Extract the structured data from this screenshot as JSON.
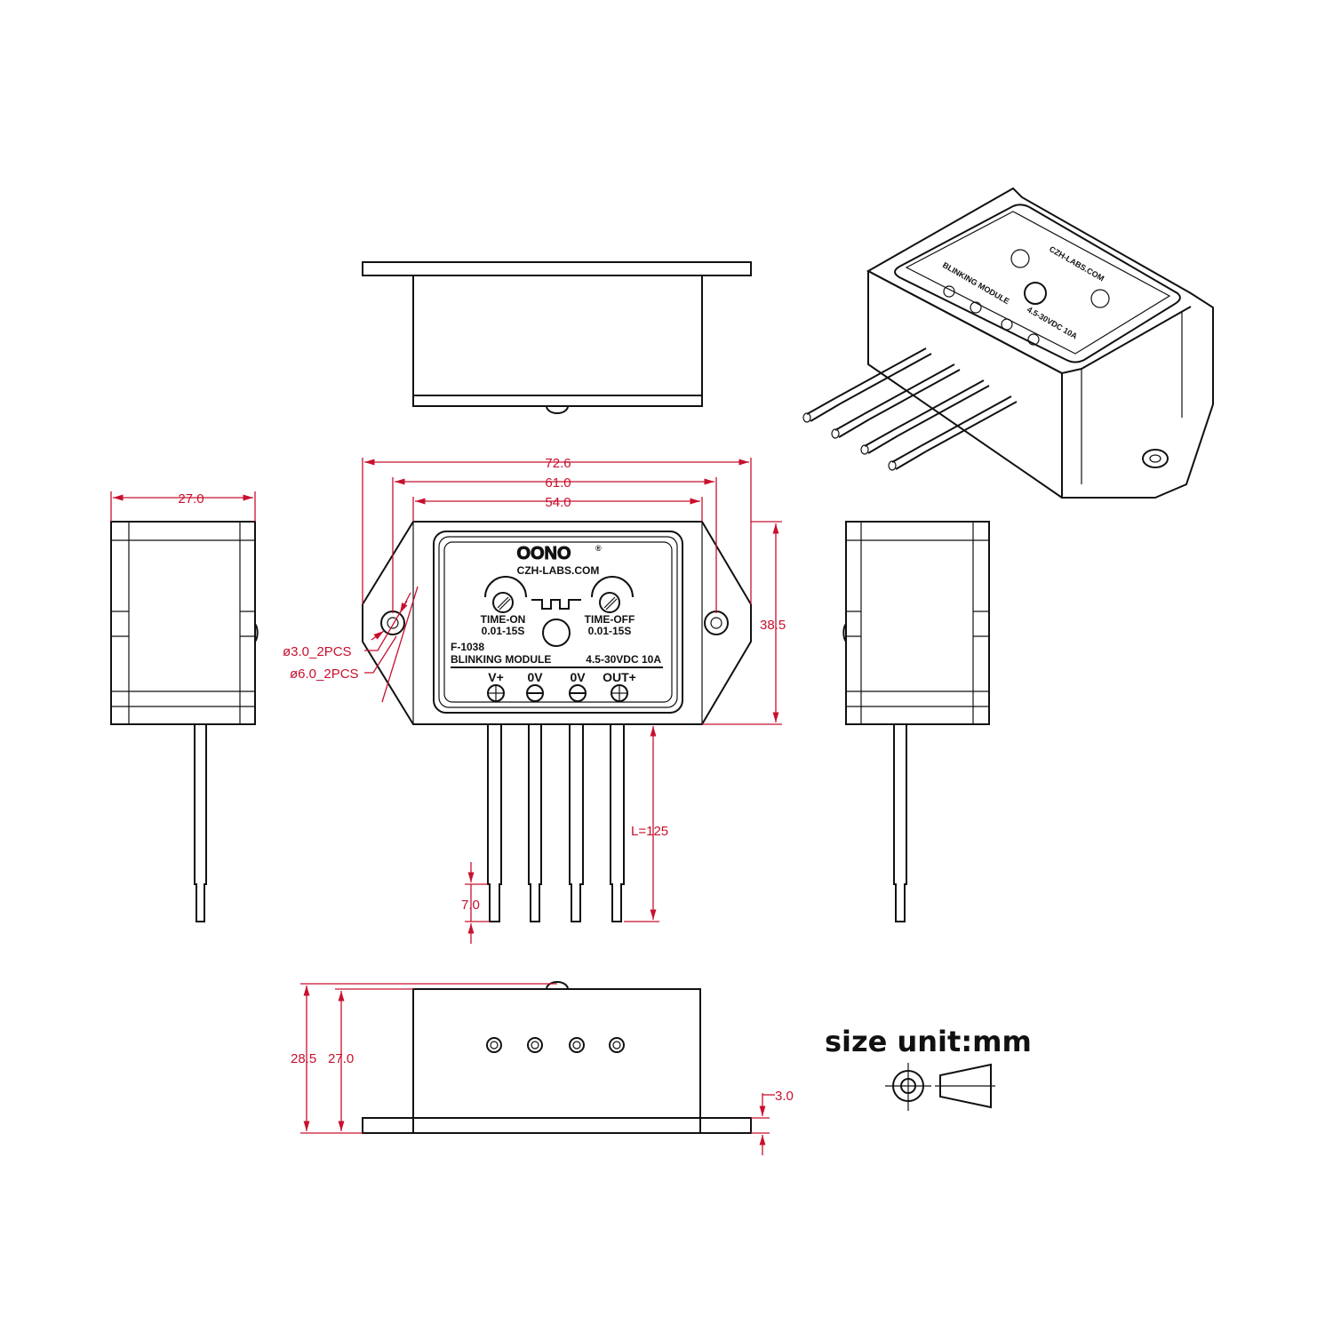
{
  "drawing": {
    "unit_note": "size unit:mm",
    "colors": {
      "outline": "#111111",
      "dimension": "#c8102e"
    },
    "panel": {
      "brand": "OONO",
      "registered_mark": "®",
      "website": "CZH-LABS.COM",
      "knob_left_label": "TIME-ON",
      "knob_left_range": "0.01-15S",
      "knob_right_label": "TIME-OFF",
      "knob_right_range": "0.01-15S",
      "model": "F-1038",
      "product": "BLINKING MODULE",
      "rating": "4.5-30VDC 10A",
      "terminals": [
        "V+",
        "0V",
        "0V",
        "OUT+"
      ]
    },
    "dimensions": {
      "overall_width": "72.6",
      "hole_spacing": "61.0",
      "body_width": "54.0",
      "height": "38.5",
      "side_depth": "27.0",
      "wire_length": "L=125",
      "strip_length": "7.0",
      "hole_small": "ø3.0_2PCS",
      "hole_large": "ø6.0_2PCS",
      "total_thickness": "28.5",
      "body_thickness": "27.0",
      "flange_thickness": "3.0"
    }
  }
}
